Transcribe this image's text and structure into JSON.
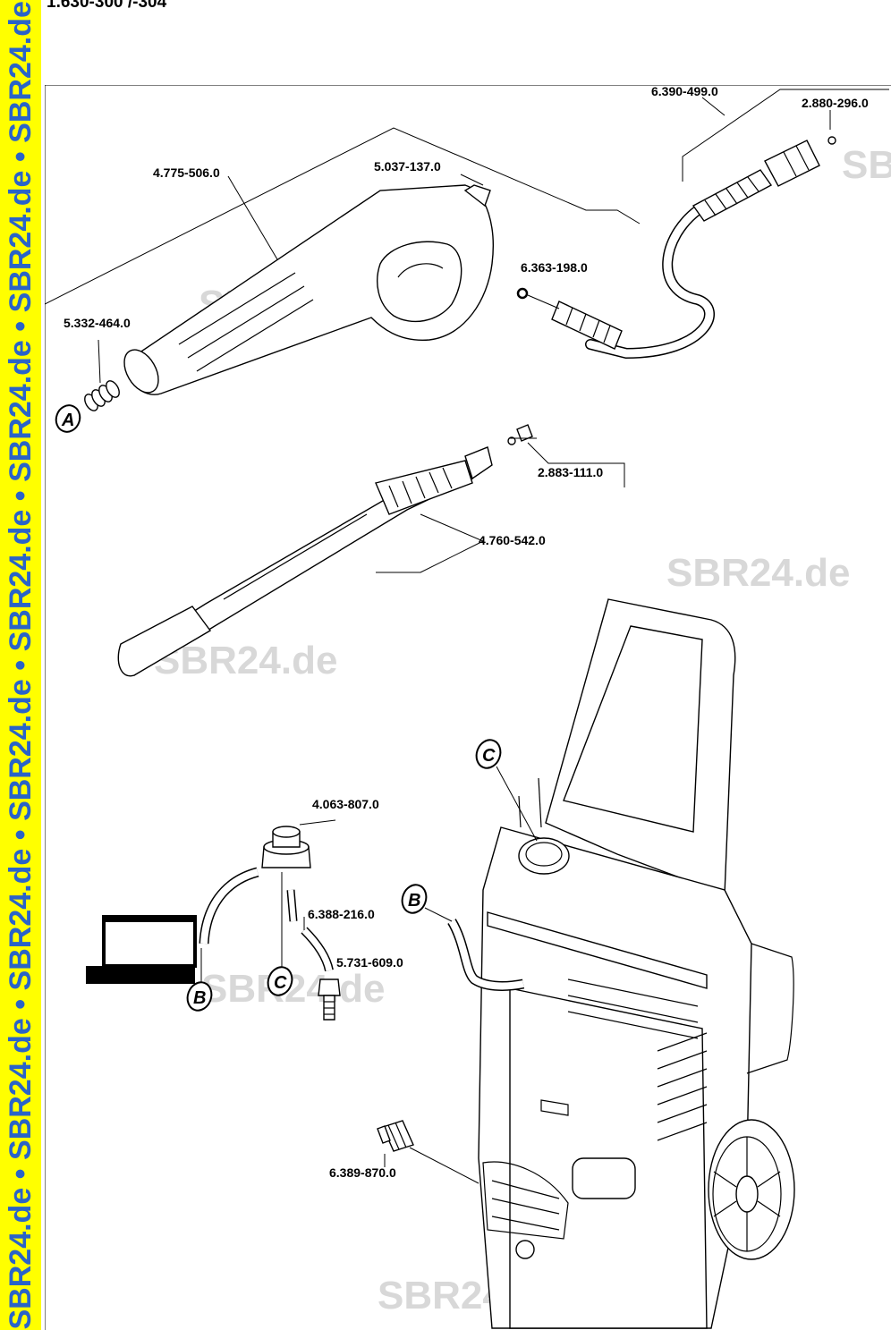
{
  "header": {
    "title": "1.630-300 /-304"
  },
  "side_strip": {
    "text": "SBR24.de • SBR24.de • SBR24.de • SBR24.de • SBR24.de • SBR24.de • SBR24.de • SBR24.de • SBR24.de"
  },
  "watermark": {
    "text": "SBR24.de"
  },
  "parts": {
    "hose": "6.390-499.0",
    "nipple": "2.880-296.0",
    "trigger_gun": "4.775-506.0",
    "clip": "5.037-137.0",
    "o_ring": "6.363-198.0",
    "spring": "5.332-464.0",
    "nozzle": "2.883-111.0",
    "spray_lance": "4.760-542.0",
    "detergent_cap": "4.063-807.0",
    "suction_hose": "6.388-216.0",
    "filter": "5.731-609.0",
    "inlet_coupling": "6.389-870.0"
  },
  "markers": {
    "a": "A",
    "b": "B",
    "c": "C"
  },
  "colors": {
    "strip": "#ffff00",
    "strip_text": "#2a63c8",
    "watermark": "#d8d8d8"
  }
}
